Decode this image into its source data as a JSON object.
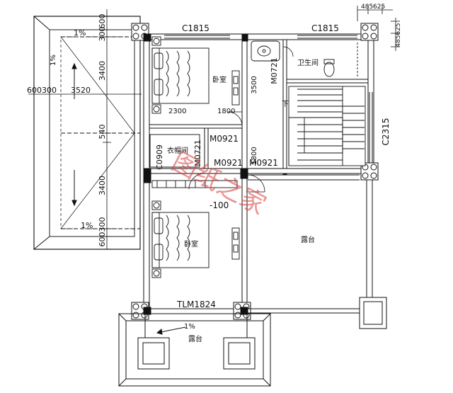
{
  "plan": {
    "top_dims": [
      "485",
      "625"
    ],
    "right_dims": [
      "485",
      "625"
    ],
    "left_dims": {
      "top_a": "600",
      "top_b": "300",
      "upper_h": "3400",
      "mid": "540",
      "lower_h": "3400",
      "bottom_a": "300",
      "bottom_b": "600"
    },
    "outer_width_dim": "600300",
    "inner_width_dim": "3520",
    "slope_label": "1%",
    "window_top_left": "C1815",
    "window_top_right": "C1815",
    "window_right": "C2315",
    "window_left_small": "C0909",
    "door_m0921_a": "M0921",
    "door_m0921_b": "M0921",
    "door_m0921_c": "M0921",
    "door_m0721_bath": "M0721",
    "door_m0721_closet": "M0721",
    "balcony_door": "TLM1824",
    "dim_2300": "2300",
    "dim_1800_a": "1800",
    "dim_1800_b": "1800",
    "dim_3500": "3500",
    "rooms": {
      "bedroom_top": "卧室",
      "bedroom_bottom": "卧室",
      "bathroom": "卫生间",
      "closet": "衣帽间",
      "terrace_right": "露台",
      "terrace_bottom": "露台"
    },
    "stair_down": "下",
    "level_mark": "-100",
    "slope_bottom": "1%",
    "watermark": "图纸之家"
  }
}
